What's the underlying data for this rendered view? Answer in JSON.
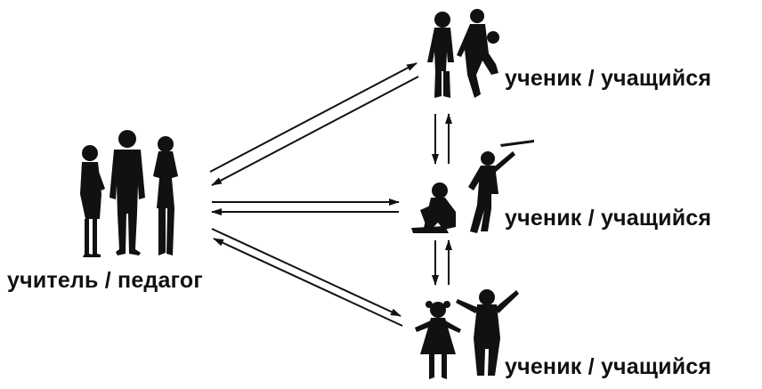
{
  "teacher": {
    "label": "учитель / педагог",
    "icon": "teacher-group-silhouette-icon"
  },
  "students": [
    {
      "label": "ученик / учащийся",
      "icon": "kids-playing-football-silhouette-icon"
    },
    {
      "label": "ученик / учащийся",
      "icon": "kids-reading-and-throwing-silhouette-icon"
    },
    {
      "label": "ученик / учащийся",
      "icon": "kids-jumping-silhouette-icon"
    }
  ],
  "connections": [
    {
      "from": "teacher",
      "to": "student-1",
      "type": "bidirectional"
    },
    {
      "from": "teacher",
      "to": "student-2",
      "type": "bidirectional"
    },
    {
      "from": "teacher",
      "to": "student-3",
      "type": "bidirectional"
    },
    {
      "from": "student-1",
      "to": "student-2",
      "type": "bidirectional"
    },
    {
      "from": "student-2",
      "to": "student-3",
      "type": "bidirectional"
    }
  ],
  "colors": {
    "ink": "#111111",
    "background": "#ffffff"
  }
}
